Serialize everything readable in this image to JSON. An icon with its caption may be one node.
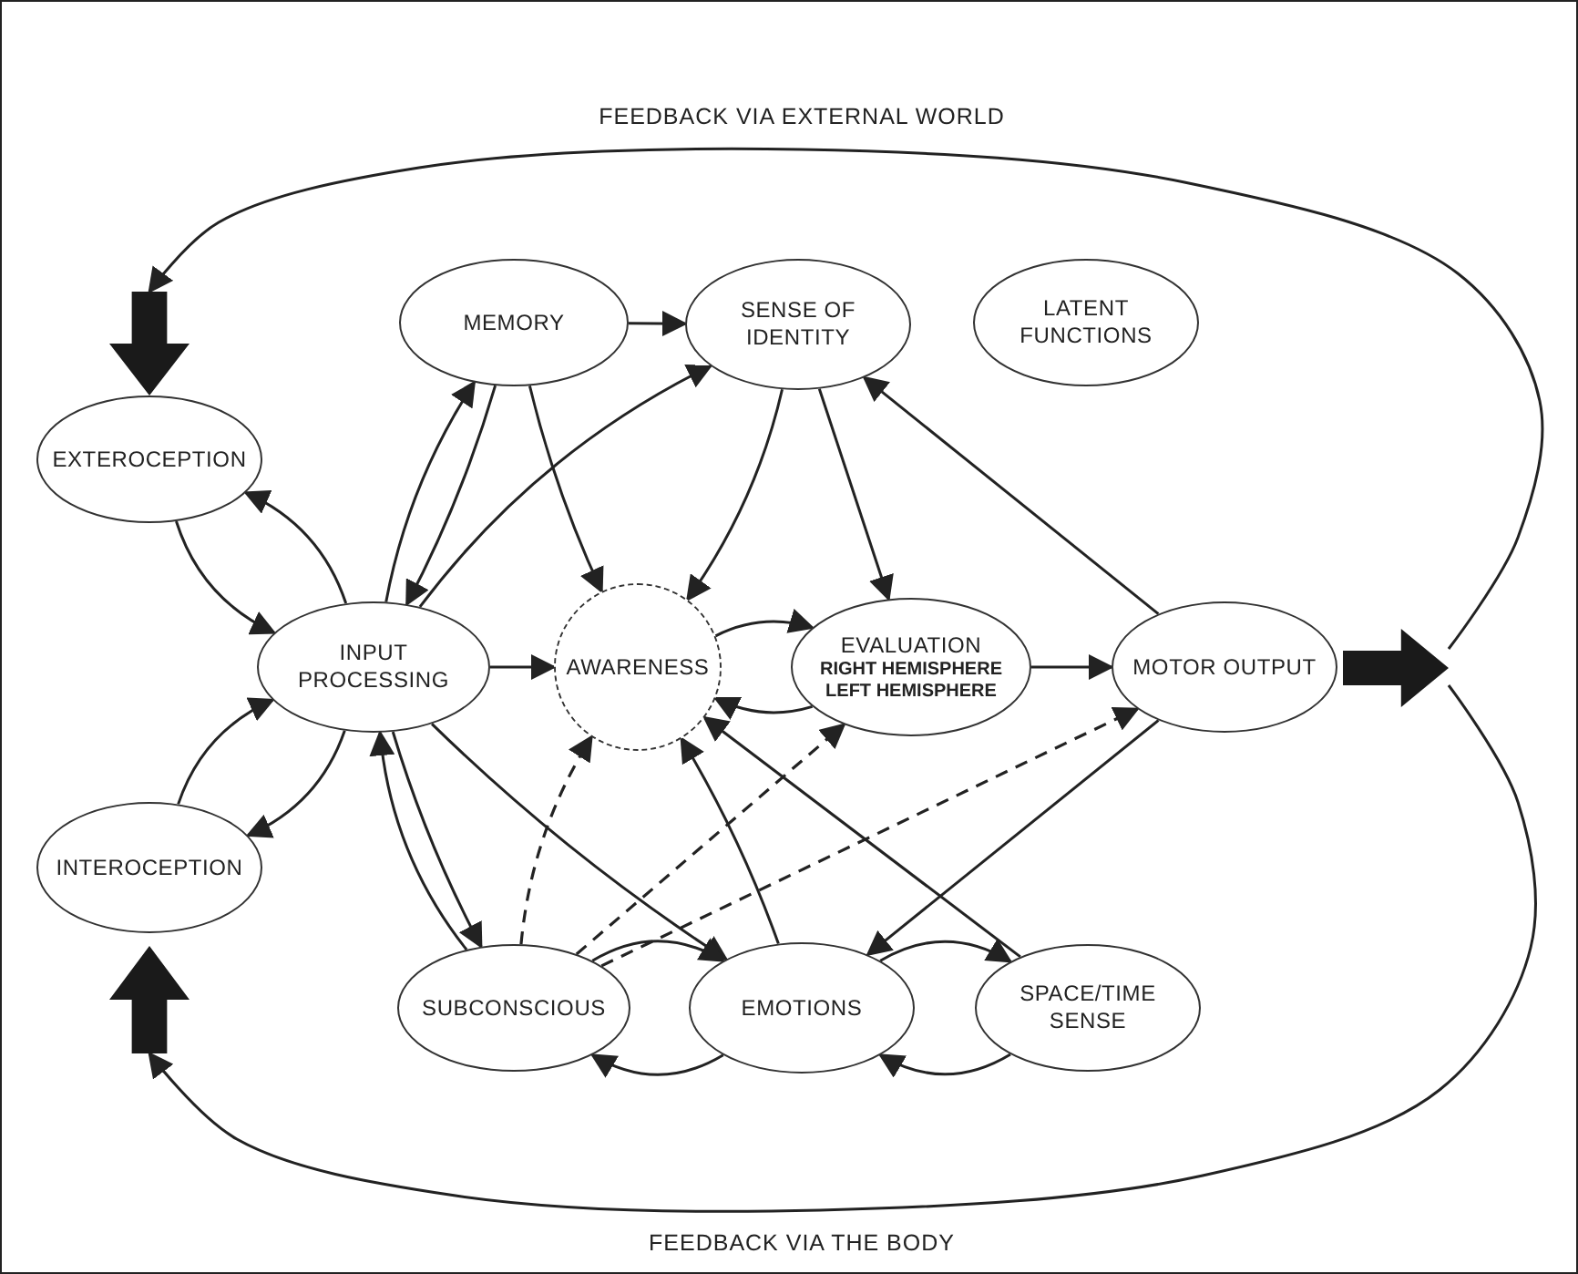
{
  "diagram": {
    "nodes": [
      {
        "text": [
          "EXTEROCEPTION"
        ]
      },
      {
        "text": [
          "MEMORY"
        ]
      },
      {
        "text": [
          "SENSE OF IDENTITY"
        ]
      },
      {
        "text": [
          "LATENT FUNCTIONS"
        ]
      },
      {
        "text": [
          "INPUT PROCESSING"
        ]
      },
      {
        "text": [
          "AWARENESS"
        ]
      },
      {
        "text": [
          "EVALUATION",
          "RIGHT HEMISPHERE",
          "LEFT HEMISPHERE"
        ]
      },
      {
        "text": [
          "MOTOR OUTPUT"
        ]
      },
      {
        "text": [
          "INTEROCEPTION"
        ]
      },
      {
        "text": [
          "SUBCONSCIOUS"
        ]
      },
      {
        "text": [
          "EMOTIONS"
        ]
      },
      {
        "text": [
          "SPACE/TIME SENSE"
        ]
      },
      {
        "text": [],
        "shape": "arrow"
      },
      {
        "text": [],
        "shape": "arrow"
      },
      {
        "text": [],
        "shape": "arrow"
      }
    ],
    "edges": [
      {
        "from": 1,
        "to": 2,
        "arrow": "to"
      },
      {
        "from": 0,
        "to": 4,
        "arrow": "to"
      },
      {
        "from": 4,
        "to": 0,
        "arrow": "to"
      },
      {
        "from": 8,
        "to": 4,
        "arrow": "to"
      },
      {
        "from": 4,
        "to": 8,
        "arrow": "to"
      },
      {
        "from": 1,
        "to": 4,
        "arrow": "to"
      },
      {
        "from": 4,
        "to": 1,
        "arrow": "to"
      },
      {
        "from": 4,
        "to": 2,
        "arrow": "to"
      },
      {
        "from": 1,
        "to": 5,
        "arrow": "to"
      },
      {
        "from": 2,
        "to": 5,
        "arrow": "to"
      },
      {
        "from": 2,
        "to": 6,
        "arrow": "to"
      },
      {
        "from": 7,
        "to": 2,
        "arrow": "to"
      },
      {
        "from": 4,
        "to": 5,
        "arrow": "to"
      },
      {
        "from": 5,
        "to": 6,
        "arrow": "to"
      },
      {
        "from": 6,
        "to": 5,
        "arrow": "to"
      },
      {
        "from": 6,
        "to": 7,
        "arrow": "to"
      },
      {
        "from": 9,
        "to": 4,
        "arrow": "to"
      },
      {
        "from": 4,
        "to": 9,
        "arrow": "to"
      },
      {
        "from": 4,
        "to": 10,
        "arrow": "to"
      },
      {
        "from": 9,
        "to": 5,
        "arrow": "to",
        "style": "dashed"
      },
      {
        "from": 9,
        "to": 6,
        "arrow": "to",
        "style": "dashed"
      },
      {
        "from": 9,
        "to": 7,
        "arrow": "to",
        "style": "dashed"
      },
      {
        "from": 10,
        "to": 5,
        "arrow": "to"
      },
      {
        "from": 11,
        "to": 5,
        "arrow": "to"
      },
      {
        "from": 7,
        "to": 10,
        "arrow": "to"
      },
      {
        "from": 9,
        "to": 10,
        "arrow": "to"
      },
      {
        "from": 10,
        "to": 9,
        "arrow": "to"
      },
      {
        "from": 10,
        "to": 11,
        "arrow": "to"
      },
      {
        "from": 11,
        "to": 10,
        "arrow": "to"
      },
      {
        "from": 12,
        "to": 13,
        "arrow": "to",
        "label": "FEEDBACK VIA EXTERNAL WORLD"
      },
      {
        "from": 12,
        "to": 14,
        "arrow": "to",
        "label": "FEEDBACK VIA THE BODY"
      }
    ]
  }
}
